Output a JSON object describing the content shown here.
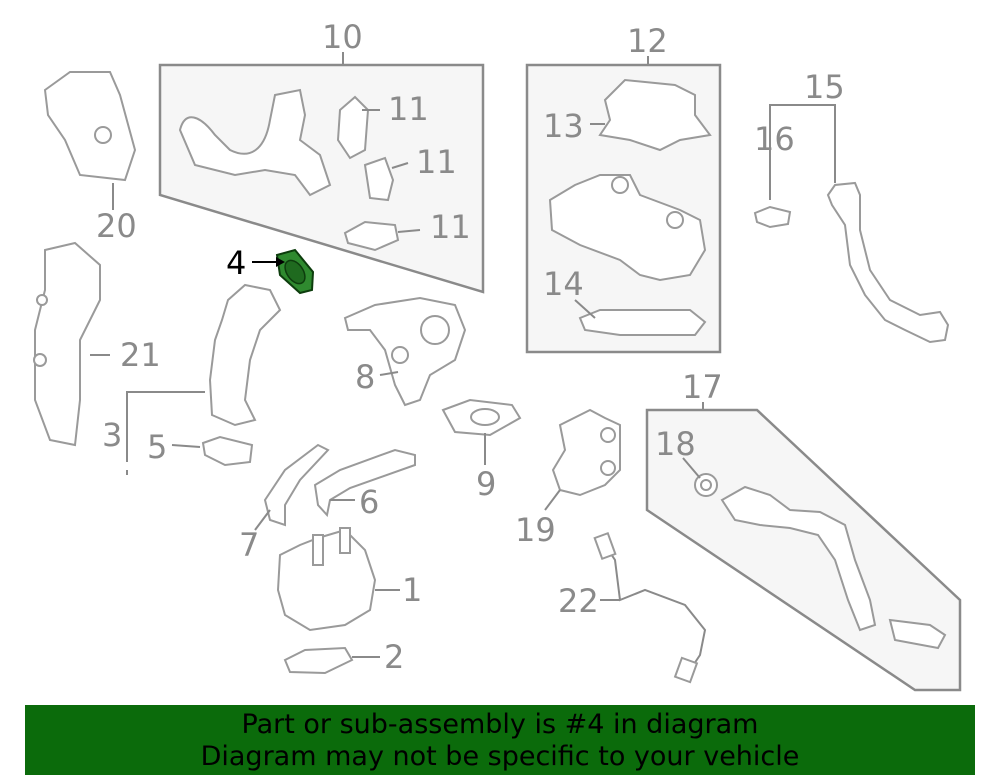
{
  "callouts": {
    "c1": "1",
    "c2": "2",
    "c3": "3",
    "c4": "4",
    "c5": "5",
    "c6": "6",
    "c7": "7",
    "c8": "8",
    "c9": "9",
    "c10": "10",
    "c11a": "11",
    "c11b": "11",
    "c11c": "11",
    "c12": "12",
    "c13": "13",
    "c14": "14",
    "c15": "15",
    "c16": "16",
    "c17": "17",
    "c18": "18",
    "c19": "19",
    "c20": "20",
    "c21": "21",
    "c22": "22"
  },
  "highlighted_part": "4",
  "colors": {
    "highlight": "#2f8a2f",
    "banner": "#0b6b0b",
    "line": "#8a8a8a"
  },
  "banner": {
    "line1": "Part or sub-assembly is #4 in diagram",
    "line2": "Diagram may not be specific to your vehicle"
  }
}
